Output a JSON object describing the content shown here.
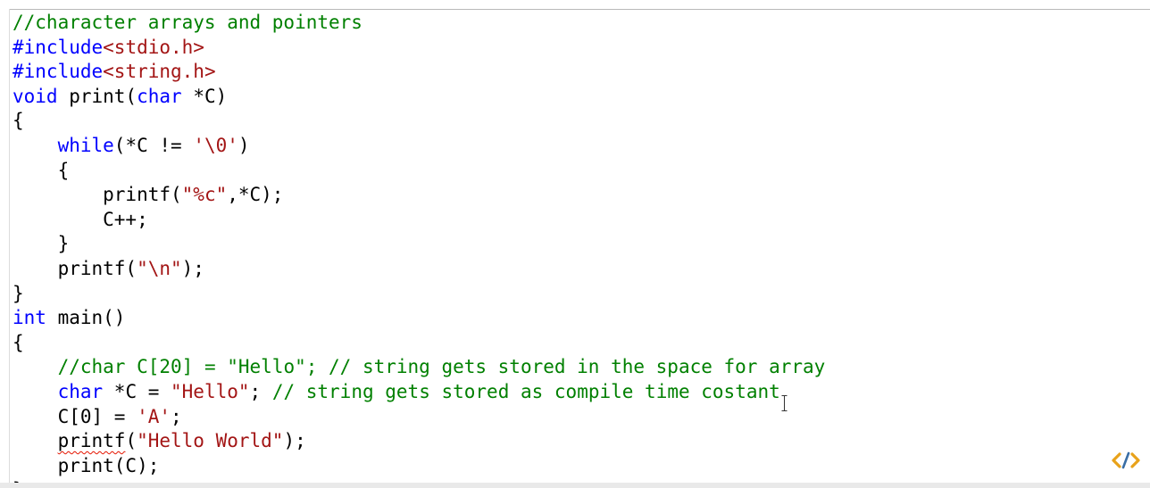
{
  "editor": {
    "language": "c",
    "lines": [
      [
        {
          "t": "//character arrays and pointers",
          "c": "cm"
        }
      ],
      [
        {
          "t": "#include",
          "c": "pp"
        },
        {
          "t": "<stdio.h>",
          "c": "inc"
        }
      ],
      [
        {
          "t": "#include",
          "c": "pp"
        },
        {
          "t": "<string.h>",
          "c": "inc"
        }
      ],
      [
        {
          "t": "void",
          "c": "kw"
        },
        {
          "t": " print("
        },
        {
          "t": "char",
          "c": "kw"
        },
        {
          "t": " *C)"
        }
      ],
      [
        {
          "t": "{"
        }
      ],
      [
        {
          "t": "    "
        },
        {
          "t": "while",
          "c": "kw"
        },
        {
          "t": "(*C != "
        },
        {
          "t": "'\\0'",
          "c": "st"
        },
        {
          "t": ")"
        }
      ],
      [
        {
          "t": "    {"
        }
      ],
      [
        {
          "t": "        printf("
        },
        {
          "t": "\"%c\"",
          "c": "st"
        },
        {
          "t": ",*C);"
        }
      ],
      [
        {
          "t": "        C++;"
        }
      ],
      [
        {
          "t": "    }"
        }
      ],
      [
        {
          "t": "    printf("
        },
        {
          "t": "\"\\n\"",
          "c": "st"
        },
        {
          "t": ");"
        }
      ],
      [
        {
          "t": "}"
        }
      ],
      [
        {
          "t": "int",
          "c": "kw"
        },
        {
          "t": " main()"
        }
      ],
      [
        {
          "t": "{"
        }
      ],
      [
        {
          "t": "    "
        },
        {
          "t": "//char C[20] = \"Hello\"; // string gets stored in the space for array",
          "c": "cm"
        }
      ],
      [
        {
          "t": "    "
        },
        {
          "t": "char",
          "c": "kw"
        },
        {
          "t": " *C = "
        },
        {
          "t": "\"Hello\"",
          "c": "st"
        },
        {
          "t": "; "
        },
        {
          "t": "// string gets stored as compile time costant",
          "c": "cm"
        }
      ],
      [
        {
          "t": "    C[0] = "
        },
        {
          "t": "'A'",
          "c": "st"
        },
        {
          "t": ";"
        }
      ],
      [
        {
          "t": "    "
        },
        {
          "t": "printf",
          "squiggle": true
        },
        {
          "t": "("
        },
        {
          "t": "\"Hello World\"",
          "c": "st"
        },
        {
          "t": ");"
        }
      ],
      [
        {
          "t": "    print(C);"
        }
      ],
      [
        {
          "t": "}"
        }
      ]
    ]
  },
  "colors": {
    "comment": "#008000",
    "keyword": "#0000ff",
    "string": "#a31515",
    "text": "#000000",
    "error_squiggle": "#e51400",
    "logo": "#e8a21a"
  },
  "icons": {
    "cursor": "i-beam-cursor-icon",
    "logo": "code-brackets-logo-icon"
  }
}
